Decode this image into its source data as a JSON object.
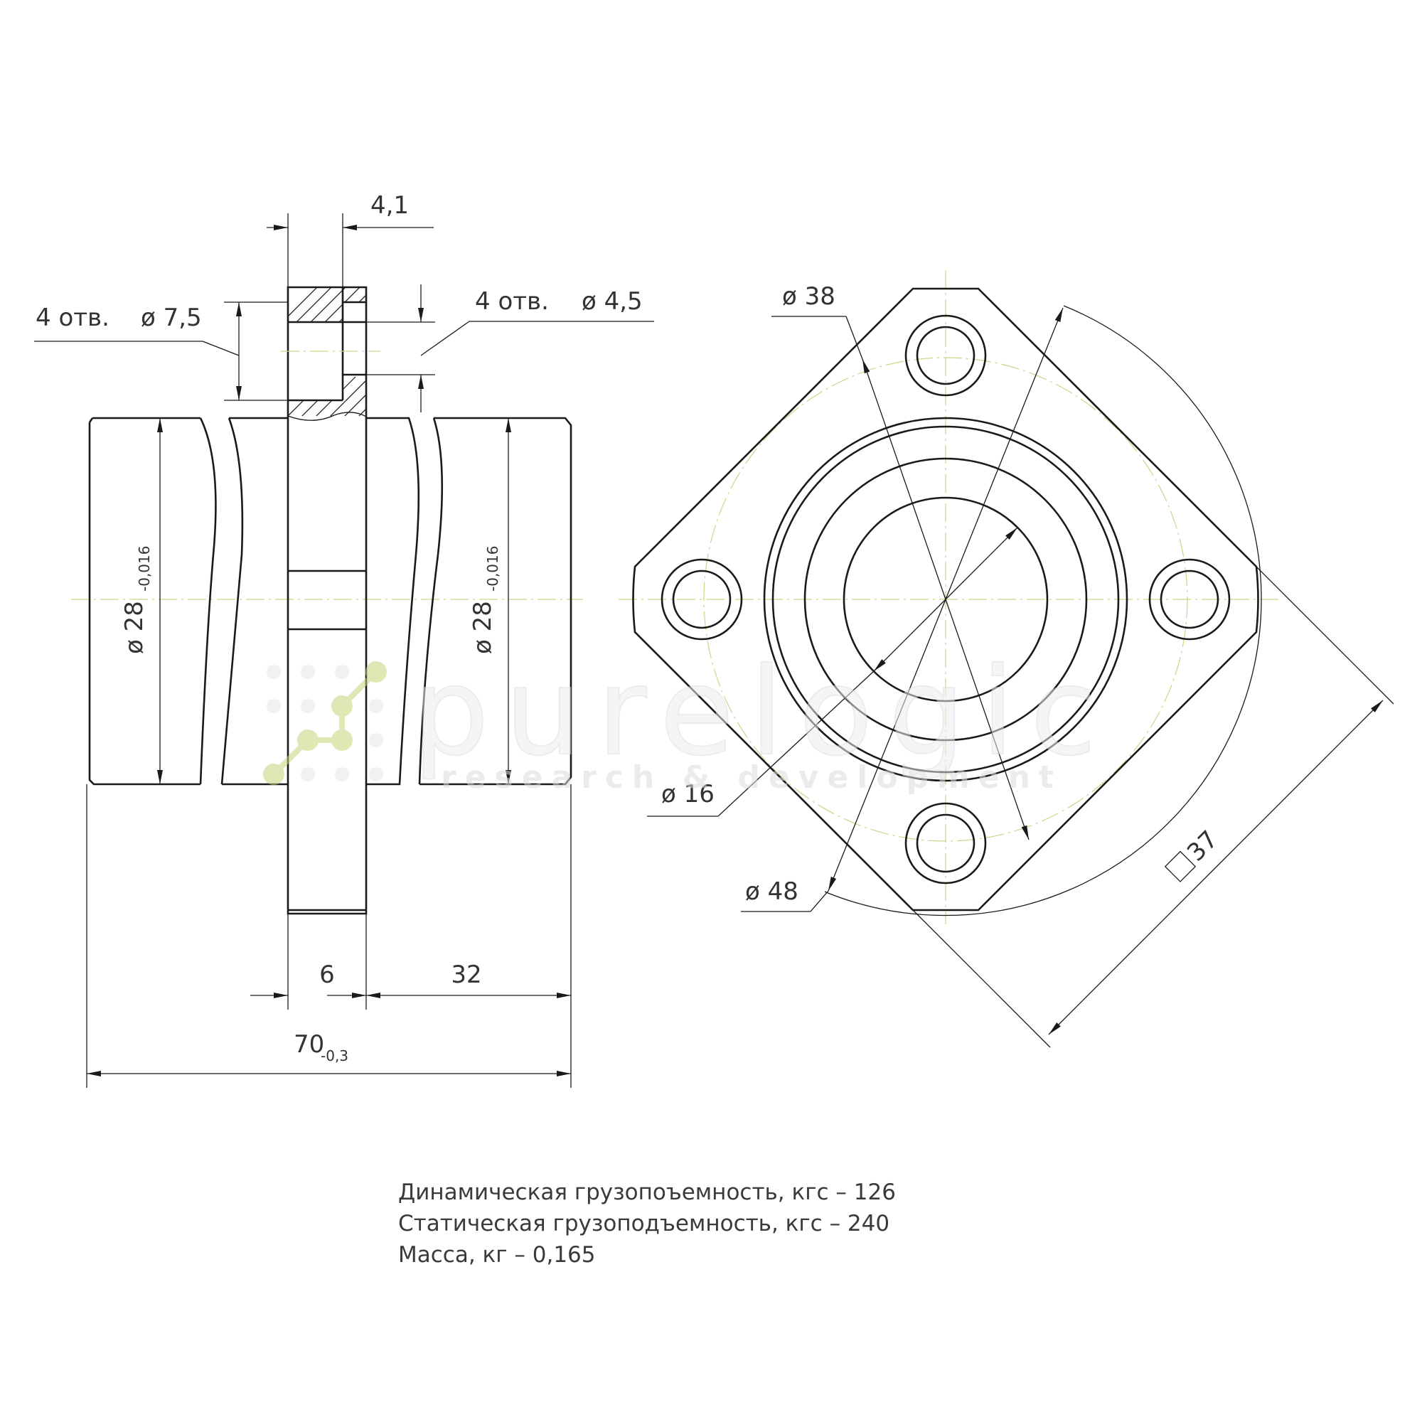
{
  "dimensions": {
    "flange_thickness": "4,1",
    "counterbore_holes": "4 отв.",
    "counterbore_diameter": "ø 7,5",
    "through_holes": "4 отв.",
    "through_hole_diameter": "ø 4,5",
    "left_shaft_diameter": "ø 28",
    "left_shaft_tolerance": "-0,016",
    "right_shaft_diameter": "ø 28",
    "right_shaft_tolerance": "-0,016",
    "flange_width": "6",
    "right_length": "32",
    "total_length": "70",
    "total_length_tolerance": "-0,3",
    "bolt_circle_diameter": "ø 38",
    "bore_diameter": "ø 16",
    "flange_diameter": "ø 48",
    "square_size": "37"
  },
  "specs": {
    "dynamic_load": "Динамическая грузопоъемность, кгс – 126",
    "static_load": "Статическая грузоподъемность, кгс – 240",
    "mass": "Масса, кг – 0,165"
  },
  "watermark": {
    "logo_text": "purelogic",
    "tagline": "research & development",
    "accent_color": "#c3d67a"
  }
}
